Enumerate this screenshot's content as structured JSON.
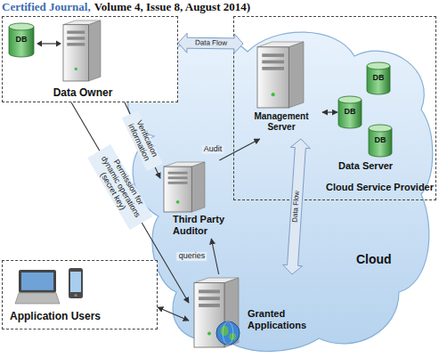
{
  "diagram": {
    "nodes": [
      {
        "text": [
          "Data Owner"
        ]
      },
      {
        "text": [
          "DB"
        ],
        "in": 0
      },
      {
        "text": [
          "Cloud Service Provider"
        ]
      },
      {
        "text": [
          "Management Server"
        ],
        "in": 2
      },
      {
        "text": [
          "DB"
        ],
        "in": 2
      },
      {
        "text": [
          "DB"
        ],
        "in": 2
      },
      {
        "text": [
          "DB"
        ],
        "in": 2
      },
      {
        "text": [
          "Cloud"
        ]
      },
      {
        "text": [
          "Third Party Auditor"
        ],
        "in": 7
      },
      {
        "text": [
          "Granted Applications"
        ],
        "in": 7
      },
      {
        "text": [
          "Application Users"
        ]
      }
    ],
    "edges": [
      {
        "from": 0,
        "to": 3,
        "label": "Data Flow",
        "arrow": "both"
      },
      {
        "from": 0,
        "to": 8,
        "label": "Verification information",
        "arrow": "to"
      },
      {
        "from": 8,
        "to": 3,
        "label": "Audit",
        "arrow": "to"
      },
      {
        "from": 0,
        "to": 9,
        "label": "Permission for dynamic operations (secret key)",
        "arrow": "to"
      },
      {
        "from": 9,
        "to": 8,
        "label": "queries",
        "arrow": "to"
      },
      {
        "from": 9,
        "to": 3,
        "label": "Data Flow",
        "arrow": "both"
      },
      {
        "from": 10,
        "to": 9,
        "arrow": "both"
      },
      {
        "from": 3,
        "to": 5,
        "arrow": "both"
      }
    ],
    "labels": [
      "Certified Journal,",
      "Volume 4, Issue 8, August 2014)",
      "Data Server"
    ]
  }
}
